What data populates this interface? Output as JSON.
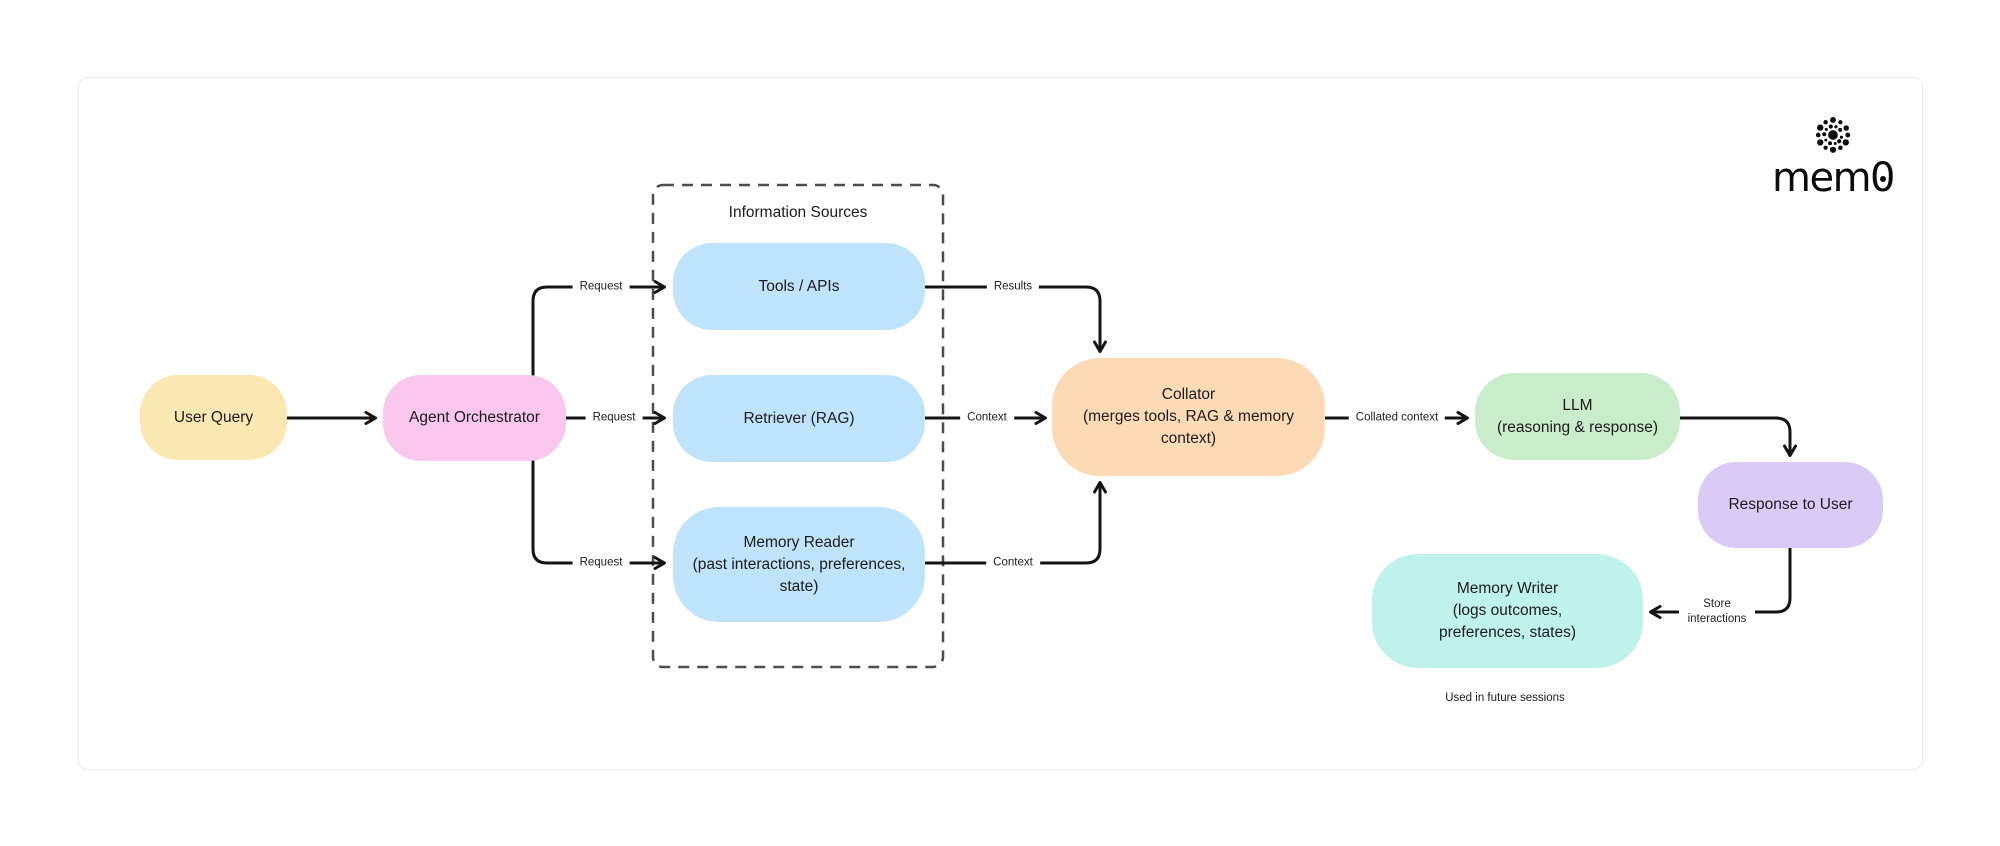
{
  "logo": {
    "brand": "mem0",
    "brand_prefix": "mem",
    "brand_zero": "0"
  },
  "diagram": {
    "group": {
      "title": "Information Sources"
    },
    "nodes": [
      {
        "id": "user-query",
        "label": "User Query",
        "color": "#FBE7B2"
      },
      {
        "id": "agent-orchestrator",
        "label": "Agent Orchestrator",
        "color": "#F9C6EE"
      },
      {
        "id": "tools-apis",
        "label": "Tools / APIs",
        "color": "#BEE3FA"
      },
      {
        "id": "retriever",
        "label": "Retriever (RAG)",
        "color": "#BEE3FA"
      },
      {
        "id": "memory-reader",
        "label": "Memory Reader\n(past interactions, preferences,\nstate)",
        "color": "#BEE3FA"
      },
      {
        "id": "collator",
        "label": "Collator\n(merges tools, RAG & memory\ncontext)",
        "color": "#FCDAB6"
      },
      {
        "id": "llm",
        "label": "LLM\n(reasoning & response)",
        "color": "#C9ECCA"
      },
      {
        "id": "response-to-user",
        "label": "Response to User",
        "color": "#DACBF6"
      },
      {
        "id": "memory-writer",
        "label": "Memory Writer\n(logs outcomes,\npreferences, states)",
        "color": "#BFF2EA"
      }
    ],
    "edges": [
      {
        "from": "user-query",
        "to": "agent-orchestrator",
        "label": ""
      },
      {
        "from": "agent-orchestrator",
        "to": "tools-apis",
        "label": "Request"
      },
      {
        "from": "agent-orchestrator",
        "to": "retriever",
        "label": "Request"
      },
      {
        "from": "agent-orchestrator",
        "to": "memory-reader",
        "label": "Request"
      },
      {
        "from": "tools-apis",
        "to": "collator",
        "label": "Results"
      },
      {
        "from": "retriever",
        "to": "collator",
        "label": "Context"
      },
      {
        "from": "memory-reader",
        "to": "collator",
        "label": "Context"
      },
      {
        "from": "collator",
        "to": "llm",
        "label": "Collated context"
      },
      {
        "from": "llm",
        "to": "response-to-user",
        "label": ""
      },
      {
        "from": "response-to-user",
        "to": "memory-writer",
        "label": "Store interactions"
      }
    ],
    "caption": "Used in future sessions",
    "style": {
      "line_color": "#141414",
      "dashed_border_color": "#4d4d4d",
      "card_border_color": "#ececec",
      "text_color": "#1c1c1e"
    }
  }
}
